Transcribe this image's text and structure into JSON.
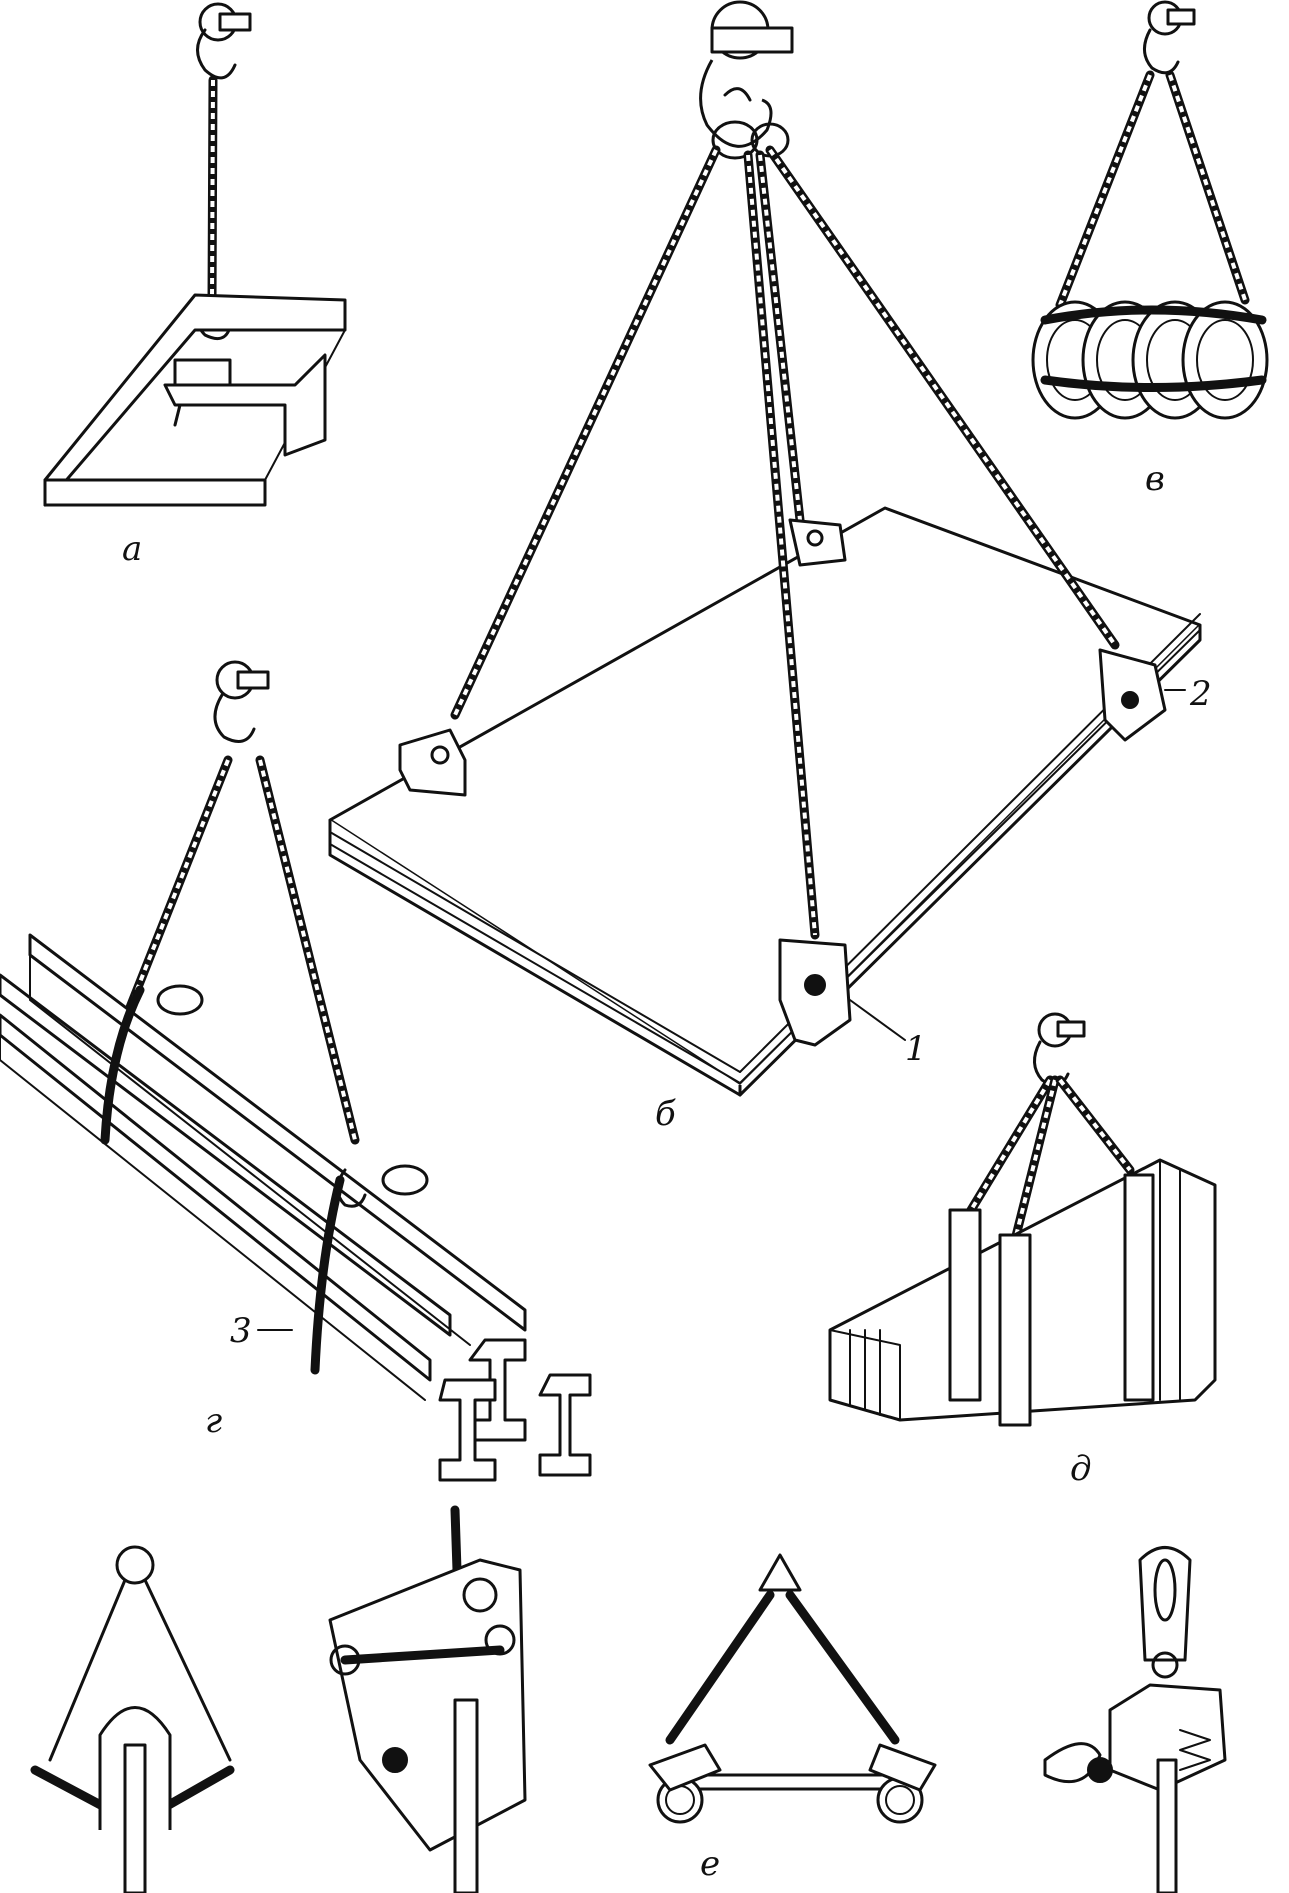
{
  "labels": {
    "a": "а",
    "b": "б",
    "v": "в",
    "g": "г",
    "d": "д",
    "e": "е",
    "n1": "1",
    "n2": "2",
    "n3": "3"
  },
  "colors": {
    "ink": "#111111",
    "paper": "#ffffff"
  }
}
